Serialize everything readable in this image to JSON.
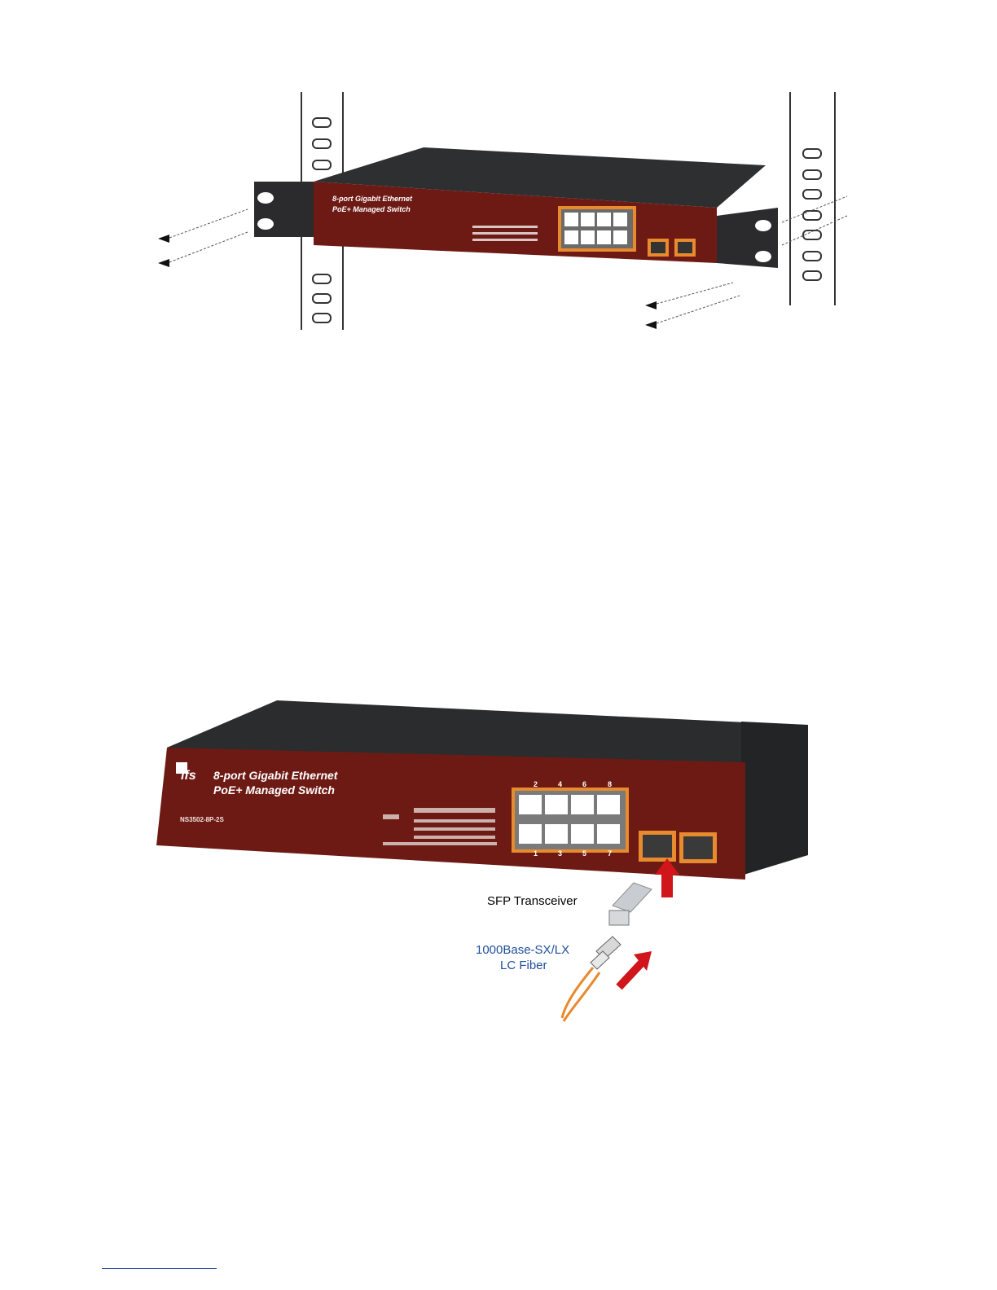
{
  "figures": {
    "rack_mount": {
      "panel_brand_line1": "8-port Gigabit Ethernet",
      "panel_brand_line2": "PoE+ Managed Switch"
    },
    "sfp_install": {
      "logo_text": "ifs",
      "brand_line1": "8-port Gigabit Ethernet",
      "brand_line2": "PoE+ Managed Switch",
      "model": "NS3502-8P-2S",
      "top_port_numbers": [
        "2",
        "4",
        "6",
        "8"
      ],
      "bottom_port_numbers": [
        "1",
        "3",
        "5",
        "7"
      ],
      "callout_transceiver": "SFP Transceiver",
      "callout_fiber_line1": "1000Base-SX/LX",
      "callout_fiber_line2": "LC Fiber"
    }
  },
  "colors": {
    "panel_red": "#6e1a14",
    "chassis_dark": "#2b2c2e",
    "port_orange": "#e88a2e",
    "arrow_red": "#d0151b",
    "fiber_blue": "#1f4e9c",
    "footer_link": "#1b3fa0"
  }
}
